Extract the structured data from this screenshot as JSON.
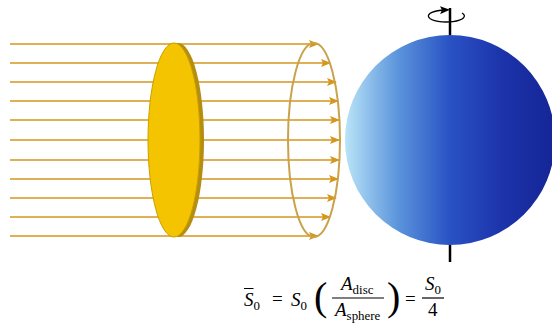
{
  "diagram": {
    "labels": [
      "S0",
      "=",
      "S0",
      "(",
      "Adisc",
      "Asphere",
      ")",
      "=",
      "S0",
      "4"
    ]
  }
}
